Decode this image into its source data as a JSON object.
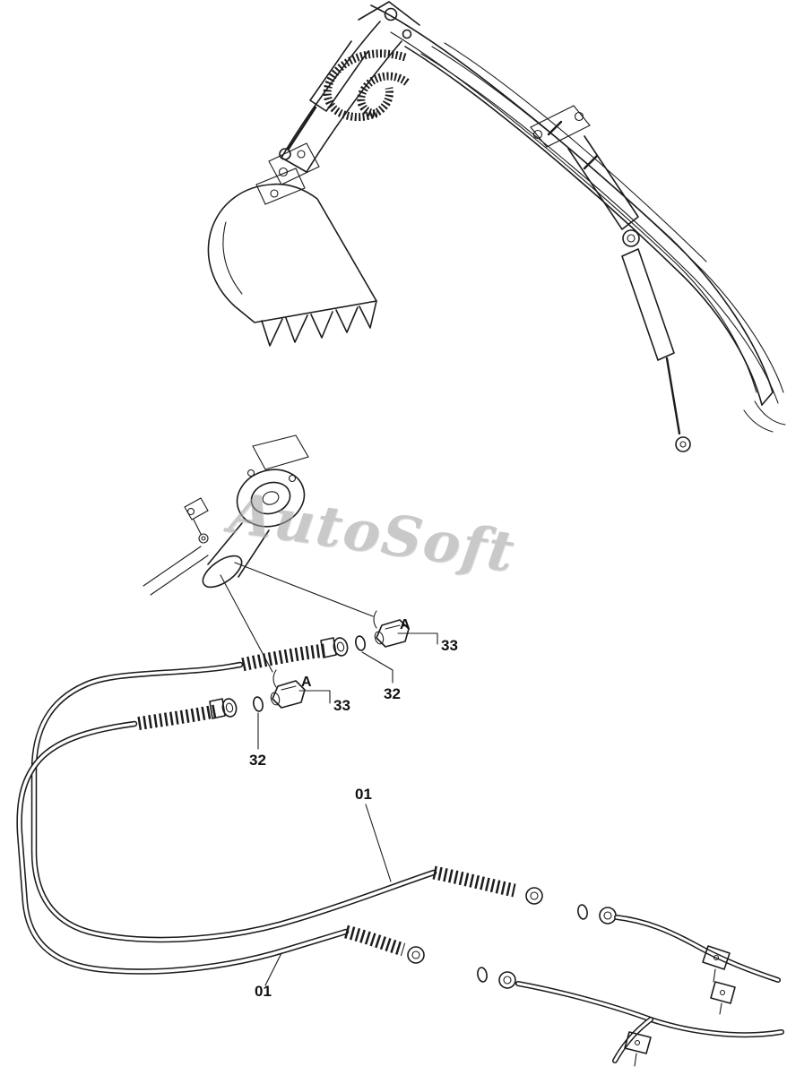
{
  "watermark": {
    "text": "AutoSoft"
  },
  "callouts": {
    "detail_a_upper": "A",
    "part_33_upper": "33",
    "part_32_upper": "32",
    "detail_a_lower": "A",
    "part_33_lower": "33",
    "part_32_lower": "32",
    "part_01_upper": "01",
    "part_01_lower": "01"
  },
  "colors": {
    "line": "#1c1c1c",
    "watermark": "#9e9e9e",
    "background": "#ffffff"
  }
}
